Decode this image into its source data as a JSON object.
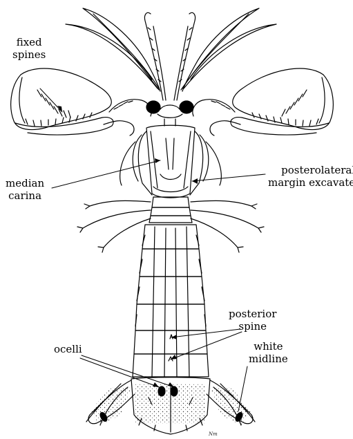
{
  "labels": {
    "fixed_spines": [
      "fixed",
      "spines"
    ],
    "median_carina": [
      "median",
      "carina"
    ],
    "posterolateral": [
      "posterolateral",
      "margin excavate"
    ],
    "posterior_spine": [
      "posterior",
      "spine"
    ],
    "ocelli": "ocelli",
    "white_midline": [
      "white",
      "midline"
    ]
  },
  "signature": "Nm",
  "colors": {
    "ink": "#000000",
    "paper": "#ffffff",
    "stipple": "#555555"
  }
}
